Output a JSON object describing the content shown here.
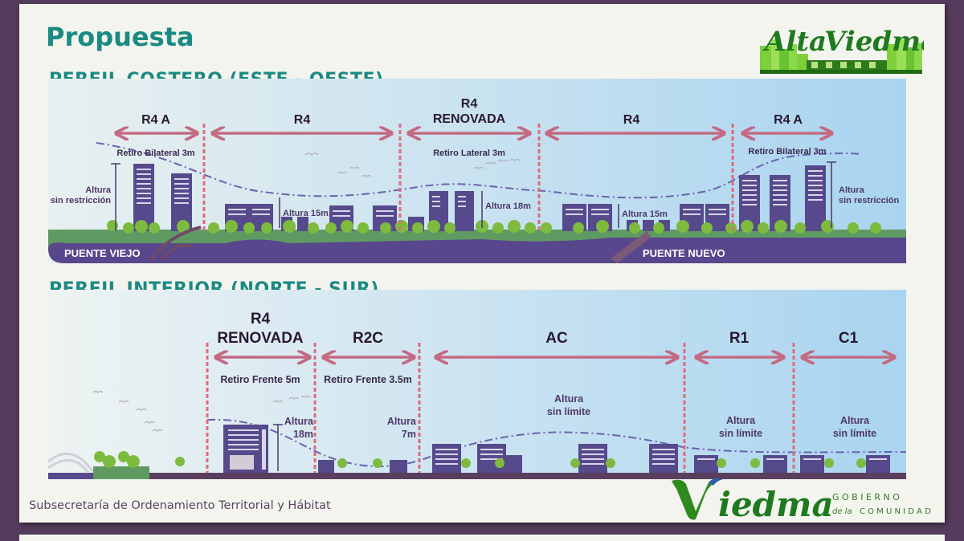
{
  "slide": {
    "title": "Propuesta",
    "footer": "Subsecretaría de Ordenamiento Territorial y Hábitat"
  },
  "logos": {
    "alta_viedma": {
      "text_a": "Alta",
      "text_b": "Viedma"
    },
    "viedma": {
      "name": "Viedma",
      "line1": "G O B I E R N O",
      "line2_a": "de la",
      "line2_b": "C O M U N I D A D"
    }
  },
  "colors": {
    "teal_title": "#1a8a82",
    "slide_bg": "#553c5c",
    "building": "#56498c",
    "river": "#58478c",
    "grass": "#5f9a63",
    "tree": "#7dbb3e",
    "arrow": "#c46a82",
    "divider": "#e06a7a",
    "envelope": "#6a62b0"
  },
  "coastal": {
    "title": "PERFIL COSTERO (ESTE - OESTE)",
    "zones": [
      {
        "name": "R4 A",
        "note": "Retiro Bilateral 3m"
      },
      {
        "name": "R4",
        "note": ""
      },
      {
        "name_line1": "R4",
        "name_line2": "RENOVADA",
        "note": "Retiro Lateral 3m"
      },
      {
        "name": "R4",
        "note": ""
      },
      {
        "name": "R4 A",
        "note": "Retiro Bilateral 3m"
      }
    ],
    "heights": [
      {
        "line1": "Altura",
        "line2": "sin restricción"
      },
      {
        "line1": "Altura 15m"
      },
      {
        "line1": "Altura 18m"
      },
      {
        "line1": "Altura 15m"
      },
      {
        "line1": "Altura",
        "line2": "sin restricción"
      }
    ],
    "bridges": [
      "PUENTE VIEJO",
      "PUENTE NUEVO"
    ]
  },
  "interior": {
    "title": "PERFIL INTERIOR (NORTE - SUR)",
    "zones": [
      {
        "name_line1": "R4",
        "name_line2": "RENOVADA",
        "note": "Retiro Frente 5m"
      },
      {
        "name": "R2C",
        "note": "Retiro Frente 3.5m"
      },
      {
        "name": "AC"
      },
      {
        "name": "R1"
      },
      {
        "name": "C1"
      }
    ],
    "heights": [
      {
        "line1": "Altura",
        "line2": "18m"
      },
      {
        "line1": "Altura",
        "line2": "7m"
      },
      {
        "line1": "Altura",
        "line2": "sin límite"
      },
      {
        "line1": "Altura",
        "line2": "sin límite"
      },
      {
        "line1": "Altura",
        "line2": "sin límite"
      }
    ]
  }
}
